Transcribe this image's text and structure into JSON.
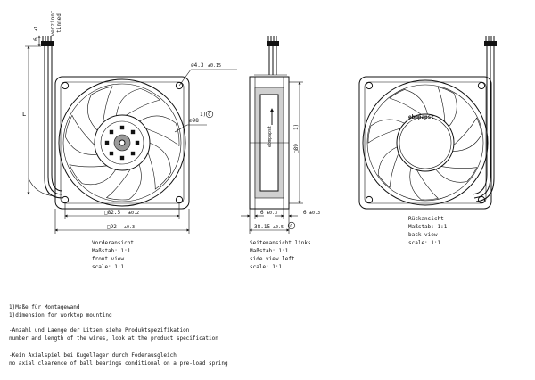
{
  "front": {
    "wire_note": "verzinnt",
    "wire_note2": "tinned",
    "strip_dim": "6",
    "strip_tol": "±1",
    "length_label": "L",
    "hole_dim": "⌀4.3",
    "hole_tol": "±0.15",
    "ring_dim": "⌀98",
    "note_ref": "1)",
    "circle_ref": "C",
    "pitch_dim": "□82.5",
    "pitch_tol": "±0.2",
    "size_dim": "□92",
    "size_tol": "±0.3",
    "caption": [
      "Vorderansicht",
      "Maßstab:  1:1",
      "front view",
      "scale: 1:1"
    ]
  },
  "side": {
    "height_dim": "□89",
    "height_ref": "1)",
    "flange_left": "6",
    "flange_left_tol": "±0.3",
    "flange_right": "6",
    "flange_right_tol": "±0.3",
    "depth_dim": "38.15",
    "depth_tol": "±0.5",
    "circle_ref": "C",
    "brand": "ebmpapst",
    "caption": [
      "Seitenansicht links",
      "Maßstab:  1:1",
      "side view left",
      "scale: 1:1"
    ]
  },
  "back": {
    "brand": "ebmpapst",
    "caption": [
      "Rückansicht",
      "Maßstab:  1:1",
      "back view",
      "scale: 1:1"
    ]
  },
  "notes": [
    "1)Maße für Montagewand",
    "1)dimension for worktop mounting",
    "-Anzahl und Laenge der Litzen siehe Produktspezifikation",
    " number and length of the wires, look at the product specification",
    "-Kein Axialspiel bei Kugellager durch Federausgleich",
    " no axial clearence of ball bearings conditional on a pre-load spring"
  ],
  "colors": {
    "ink": "#111111",
    "hub_gray": "#9a9a9a",
    "paper": "#ffffff"
  }
}
